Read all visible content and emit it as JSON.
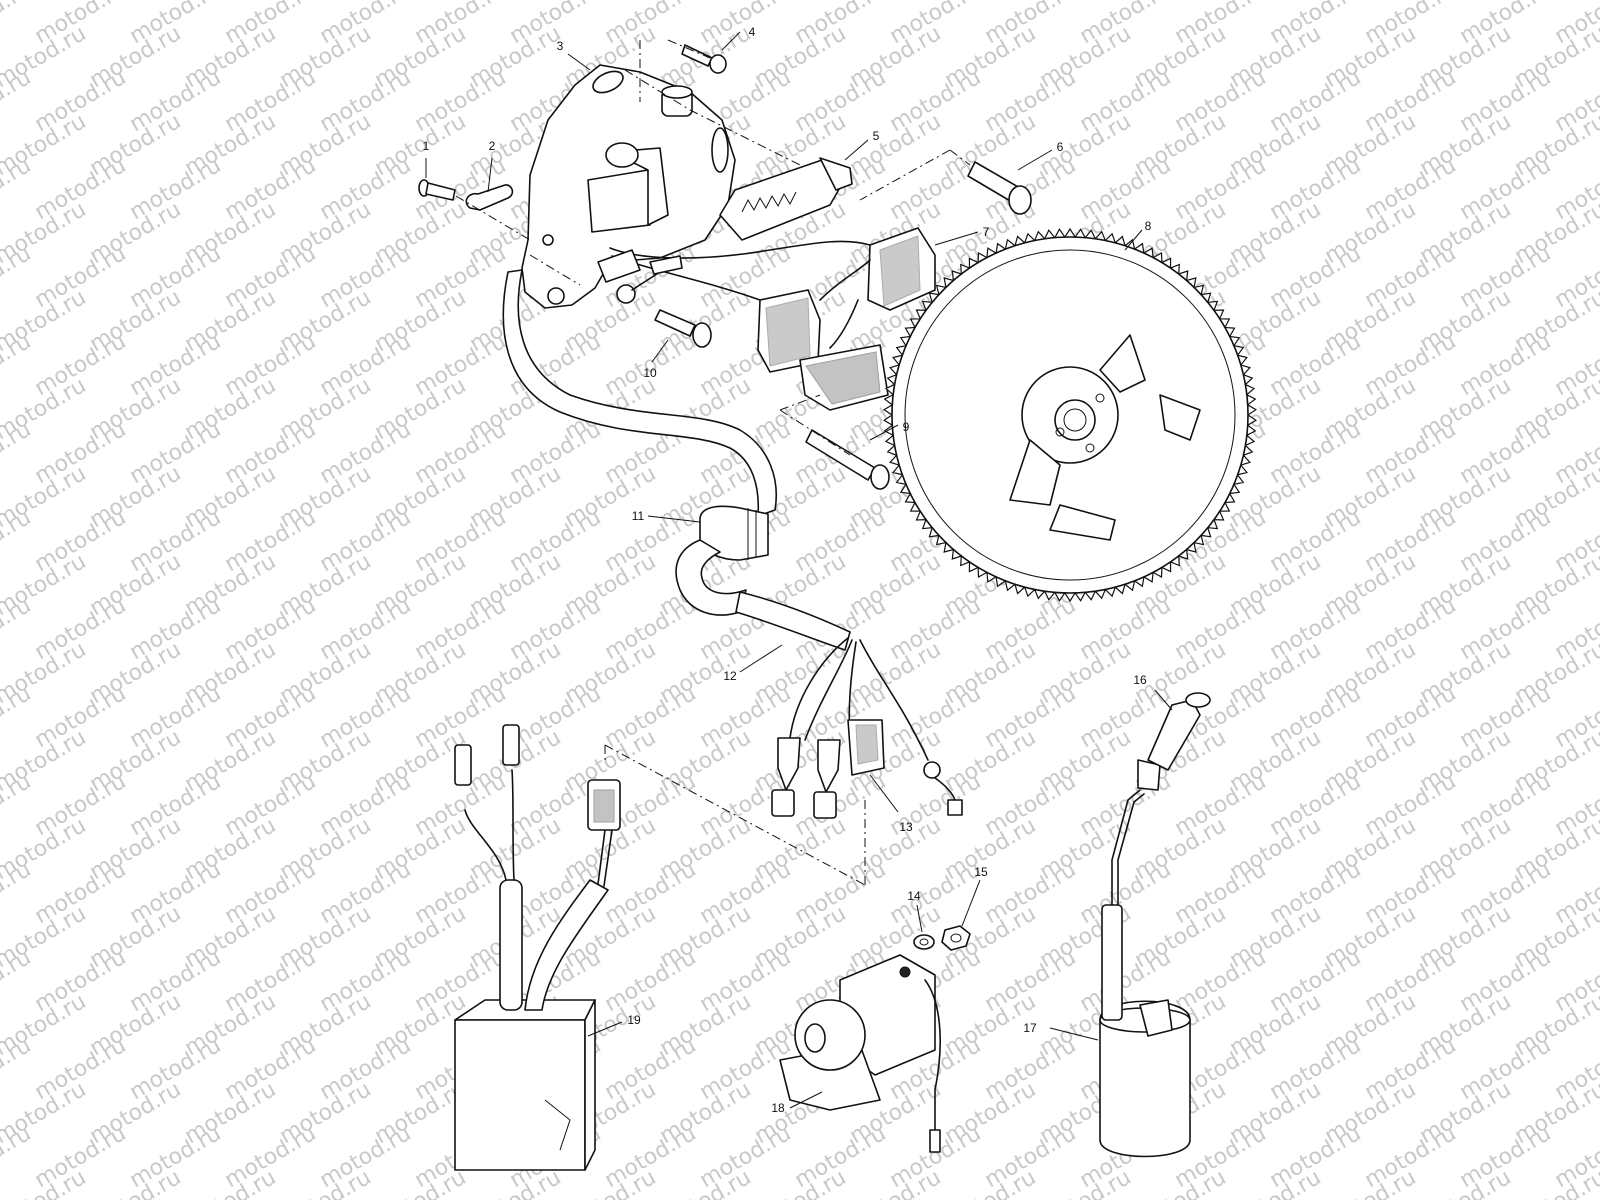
{
  "watermark": {
    "text": "motod.ru"
  },
  "callouts": [
    {
      "id": "1",
      "label": "1"
    },
    {
      "id": "2",
      "label": "2"
    },
    {
      "id": "3",
      "label": "3"
    },
    {
      "id": "4",
      "label": "4"
    },
    {
      "id": "5",
      "label": "5"
    },
    {
      "id": "6",
      "label": "6"
    },
    {
      "id": "7",
      "label": "7"
    },
    {
      "id": "8",
      "label": "8"
    },
    {
      "id": "9",
      "label": "9"
    },
    {
      "id": "10",
      "label": "10"
    },
    {
      "id": "11",
      "label": "11"
    },
    {
      "id": "12",
      "label": "12"
    },
    {
      "id": "13",
      "label": "13"
    },
    {
      "id": "14",
      "label": "14"
    },
    {
      "id": "15",
      "label": "15"
    },
    {
      "id": "16",
      "label": "16"
    },
    {
      "id": "17",
      "label": "17"
    },
    {
      "id": "18",
      "label": "18"
    },
    {
      "id": "19",
      "label": "19"
    }
  ]
}
